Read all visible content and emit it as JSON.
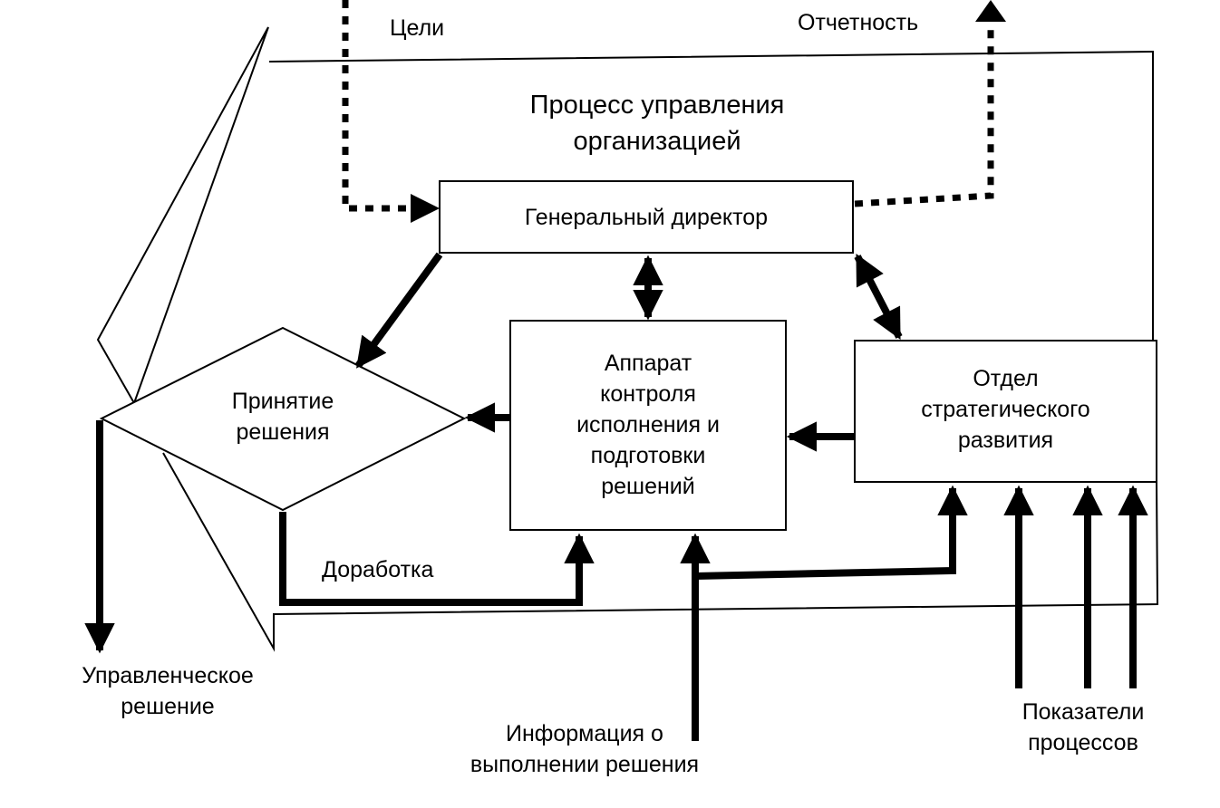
{
  "diagram": {
    "title": "Процесс управления\nорганизацией",
    "goals_label": "Цели",
    "reporting_label": "Отчетность",
    "ceo": "Генеральный директор",
    "control_apparatus": "Аппарат\nконтроля\nисполнения и\nподготовки\nрешений",
    "strategy_department": "Отдел\nстратегического\nразвития",
    "decision_making": "Принятие\nрешения",
    "rework_label": "Доработка",
    "management_decision": "Управленческое\nрешение",
    "execution_info": "Информация о\nвыполнении решения",
    "process_indicators": "Показатели\nпроцессов"
  }
}
